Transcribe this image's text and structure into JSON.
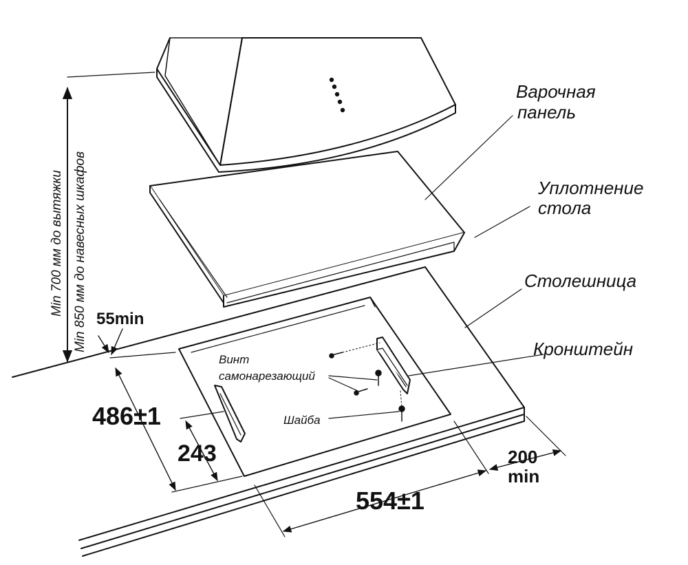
{
  "labels": {
    "hob_panel_line1": "Варочная",
    "hob_panel_line2": "панель",
    "seal_line1": "Уплотнение",
    "seal_line2": "стола",
    "countertop": "Столешница",
    "bracket": "Кронштейн",
    "screw_line1": "Винт",
    "screw_line2": "самонарезающий",
    "washer": "Шайба"
  },
  "dimensions": {
    "min_hood": "Min 700 мм до вытяжки",
    "min_cabinets": "Min 850 мм до навесных шкафов",
    "gap_rear": "55min",
    "depth": "486",
    "depth_tol": "±1",
    "bracket_pos": "243",
    "width": "554",
    "width_tol": "±1",
    "gap_side_value": "200",
    "gap_side_unit": "min"
  },
  "colors": {
    "line": "#111111",
    "background": "#ffffff"
  }
}
